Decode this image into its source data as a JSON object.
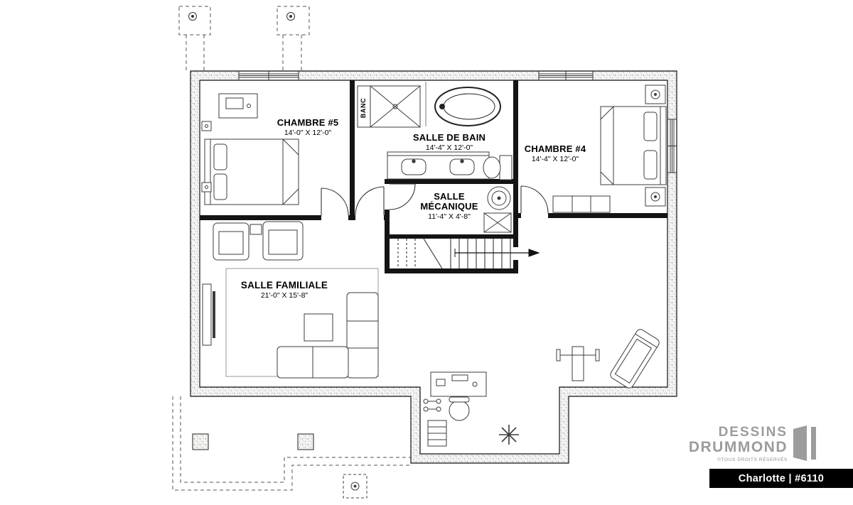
{
  "rooms": {
    "chambre5": {
      "name": "CHAMBRE #5",
      "dims": "14'-0\" X 12'-0\""
    },
    "salle_de_bain": {
      "name": "SALLE DE BAIN",
      "dims": "14'-4\" X 12'-0\""
    },
    "chambre4": {
      "name": "CHAMBRE #4",
      "dims": "14'-4\" X 12'-0\""
    },
    "salle_mecanique": {
      "name_line1": "SALLE",
      "name_line2": "MÉCANIQUE",
      "dims": "11'-4\" X 4'-8\""
    },
    "salle_familiale": {
      "name": "SALLE FAMILIALE",
      "dims": "21'-0\" X 15'-8\""
    }
  },
  "annotations": {
    "shower_bench": "BANC"
  },
  "branding": {
    "brand_line1": "DESSINS",
    "brand_line2": "DRUMMOND",
    "rights_notice": "©TOUS DROITS RÉSERVÉS",
    "plan_title": "Charlotte | #6110"
  },
  "colors": {
    "line": "#141414",
    "wall_speckle": "#f3f3f2",
    "brand_gray": "#9c9c9c",
    "bar_bg": "#000000",
    "bar_text": "#ffffff"
  }
}
